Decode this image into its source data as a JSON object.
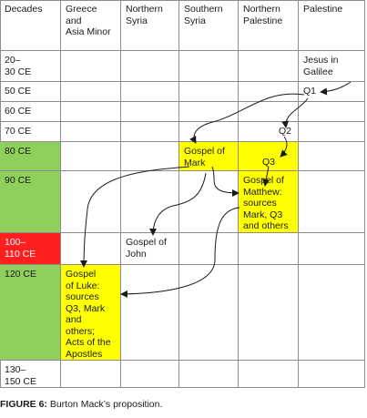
{
  "headers": [
    "Decades",
    "Greece\nand\nAsia Minor",
    "Northern\nSyria",
    "Southern\nSyria",
    "Northern\nPalestine",
    "Palestine"
  ],
  "decades": [
    "20–\n30 CE",
    "50 CE",
    "60 CE",
    "70 CE",
    "80 CE",
    "90 CE",
    "100–\n110 CE",
    "120 CE",
    "130–\n150 CE"
  ],
  "entries": {
    "jesus": "Jesus in\nGalilee",
    "q1": "Q1",
    "q2": "Q2",
    "mark": "Gospel of\nMark",
    "q3": "Q3",
    "matthew": "Gospel of\nMatthew:\nsources\nMark, Q3\nand others",
    "john": "Gospel of\nJohn",
    "luke": "Gospel\nof Luke:\nsources\nQ3, Mark\nand\nothers;\nActs of the\nApostles"
  },
  "caption": {
    "label": "FIGURE 6:",
    "text": " Burton Mack’s proposition."
  },
  "colors": {
    "green": "#8fcf5c",
    "red": "#ff1f1f",
    "yellow": "#ffff00",
    "grid": "#8c8c8c"
  }
}
